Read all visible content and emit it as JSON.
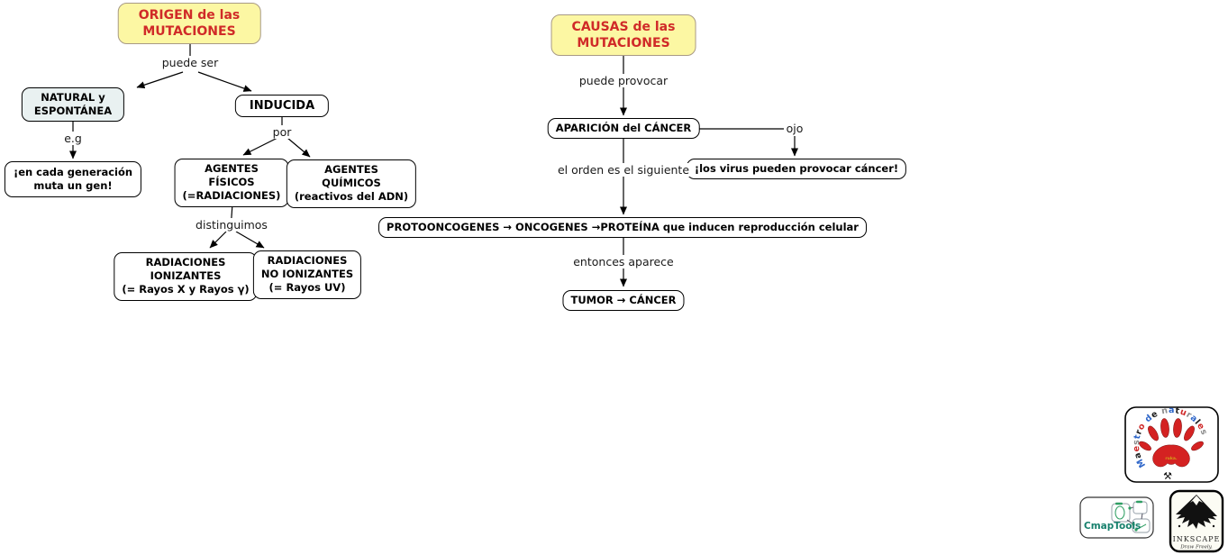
{
  "origin_map": {
    "root_line1": "ORIGEN de las",
    "root_line2": "MUTACIONES",
    "label_puede_ser": "puede ser",
    "natural_line1": "NATURAL y",
    "natural_line2": "ESPONTÁNEA",
    "inducida": "INDUCIDA",
    "label_eg": "e.g",
    "gen_line1": "¡en cada generación",
    "gen_line2": "muta un gen!",
    "label_por": "por",
    "fisicos_line1": "AGENTES",
    "fisicos_line2": "FÍSICOS",
    "fisicos_line3": "(=RADIACIONES)",
    "quimicos_line1": "AGENTES",
    "quimicos_line2": "QUÍMICOS",
    "quimicos_line3": "(reactivos del ADN)",
    "label_distinguimos": "distinguimos",
    "ionizantes_line1": "RADIACIONES",
    "ionizantes_line2": "IONIZANTES",
    "ionizantes_line3": "(= Rayos X y Rayos γ)",
    "no_ionizantes_line1": "RADIACIONES",
    "no_ionizantes_line2": "NO IONIZANTES",
    "no_ionizantes_line3": "(= Rayos UV)"
  },
  "causes_map": {
    "root_line1": "CAUSAS de las",
    "root_line2": "MUTACIONES",
    "label_puede_provocar": "puede provocar",
    "aparicion": "APARICIÓN del CÁNCER",
    "label_ojo": "ojo",
    "virus": "¡los virus pueden provocar cáncer!",
    "label_orden": "el orden es el siguiente",
    "proto": "PROTOONCOGENES → ONCOGENES →PROTEÍNA que inducen reproducción celular",
    "label_entonces": "entonces aparece",
    "tumor": "TUMOR → CÁNCER"
  },
  "logos": {
    "maestro": {
      "arc_text": "Maestro de naturales",
      "letter_colors": [
        "#2e66c9",
        "#1c1c1c",
        "#cf2a2a",
        "#8c8c8c"
      ],
      "paw_text": "ruka.",
      "paw_color": "#d42222",
      "hammers_icon": "⚒"
    },
    "cmaptools": {
      "label": "CmapTools",
      "label_color": "#17806d"
    },
    "inkscape": {
      "name": "INKSCAPE",
      "tagline": "Draw Freely."
    }
  },
  "colors": {
    "root_fill": "#fcf7a3",
    "root_border": "#a89a85",
    "root_text": "#d02a28",
    "natural_fill": "#e9f1f1",
    "node_border": "#000000",
    "line_color": "#000000",
    "cmap_green": "#2e9e62"
  }
}
